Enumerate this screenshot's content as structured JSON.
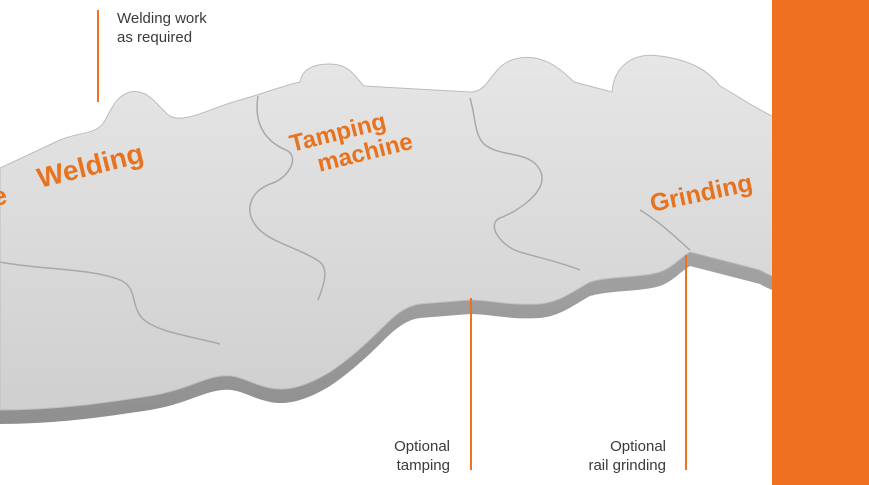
{
  "colors": {
    "accent": "#f07022",
    "piece_top": "#dadada",
    "piece_side": "#a9a9a9",
    "label": "#e8731f",
    "text": "#3a3a3a"
  },
  "pieces": [
    {
      "label_lines": [
        "Welding"
      ]
    },
    {
      "label_lines": [
        "Tamping",
        "machine"
      ]
    },
    {
      "label_lines": [
        "Grinding"
      ]
    }
  ],
  "callouts": {
    "welding": [
      "Welding work",
      "as required"
    ],
    "tamping": [
      "Optional",
      "tamping"
    ],
    "grinding": [
      "Optional",
      "rail grinding"
    ]
  }
}
